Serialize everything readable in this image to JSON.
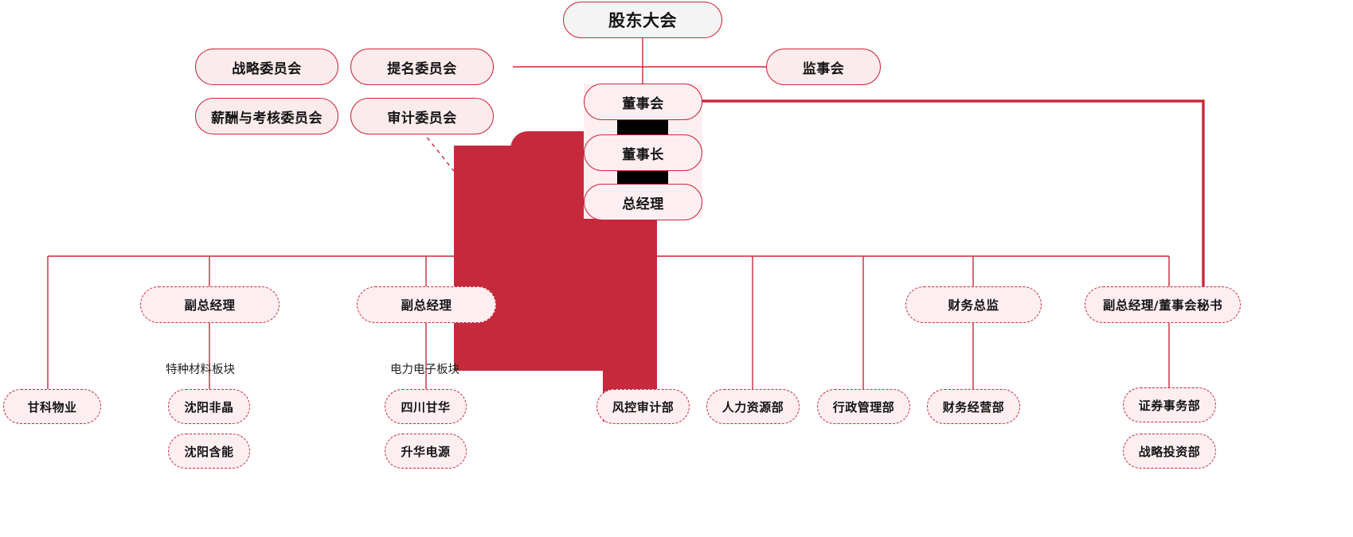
{
  "meta": {
    "title": "公司组织架构图",
    "accent": "#c8283c",
    "blob_color": "#c6283c",
    "node_fill": "#fcebed",
    "top_node_fill": "#f4f4f4",
    "text_color": "#141414"
  },
  "nodes": {
    "shareholders_meeting": "股东大会",
    "board_of_directors": "董事会",
    "board_of_supervisors": "监事会",
    "chairman": "董事长",
    "general_manager": "总经理",
    "strategy_committee": "战略委员会",
    "nomination_committee": "提名委员会",
    "remuneration_committee": "薪酬与考核委员会",
    "audit_committee": "审计委员会",
    "deputy_gm_1": "副总经理",
    "deputy_gm_2": "副总经理",
    "cfo": "财务总监",
    "deputy_gm_secretary": "副总经理/董事会秘书",
    "ganke_property": "甘科物业",
    "shenyang_amorphous": "沈阳非晶",
    "shenyang_hanneng": "沈阳含能",
    "sichuan_ganhua": "四川甘华",
    "shenghua_power": "升华电源",
    "risk_audit_dept": "风控审计部",
    "hr_dept": "人力资源部",
    "admin_dept": "行政管理部",
    "finance_dept": "财务经营部",
    "securities_affairs_dept": "证券事务部",
    "strategic_investment_dept": "战略投资部"
  },
  "captions": {
    "special_materials_segment": "特种材料板块",
    "power_electronics_segment": "电力电子板块"
  }
}
